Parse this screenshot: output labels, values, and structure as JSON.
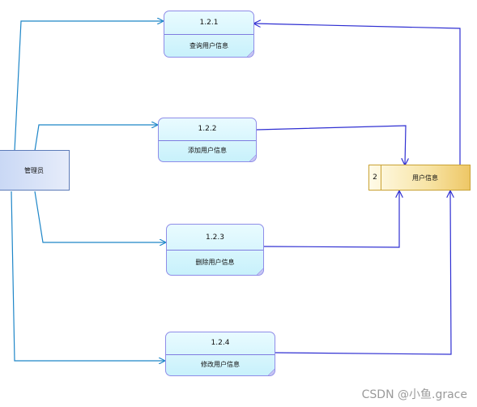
{
  "entity": {
    "name": "管理员"
  },
  "processes": [
    {
      "id": "1.2.1",
      "name": "查询用户信息"
    },
    {
      "id": "1.2.2",
      "name": "添加用户信息"
    },
    {
      "id": "1.2.3",
      "name": "删除用户信息"
    },
    {
      "id": "1.2.4",
      "name": "修改用户信息"
    }
  ],
  "datastore": {
    "id": "2",
    "name": "用户信息"
  },
  "watermark": "CSDN @小鱼.grace",
  "colors": {
    "admin_flow": "#1e86c8",
    "store_flow": "#2f2fd2",
    "store_fill": "#f7e3a3",
    "process_fill": "#c8f1fb"
  }
}
